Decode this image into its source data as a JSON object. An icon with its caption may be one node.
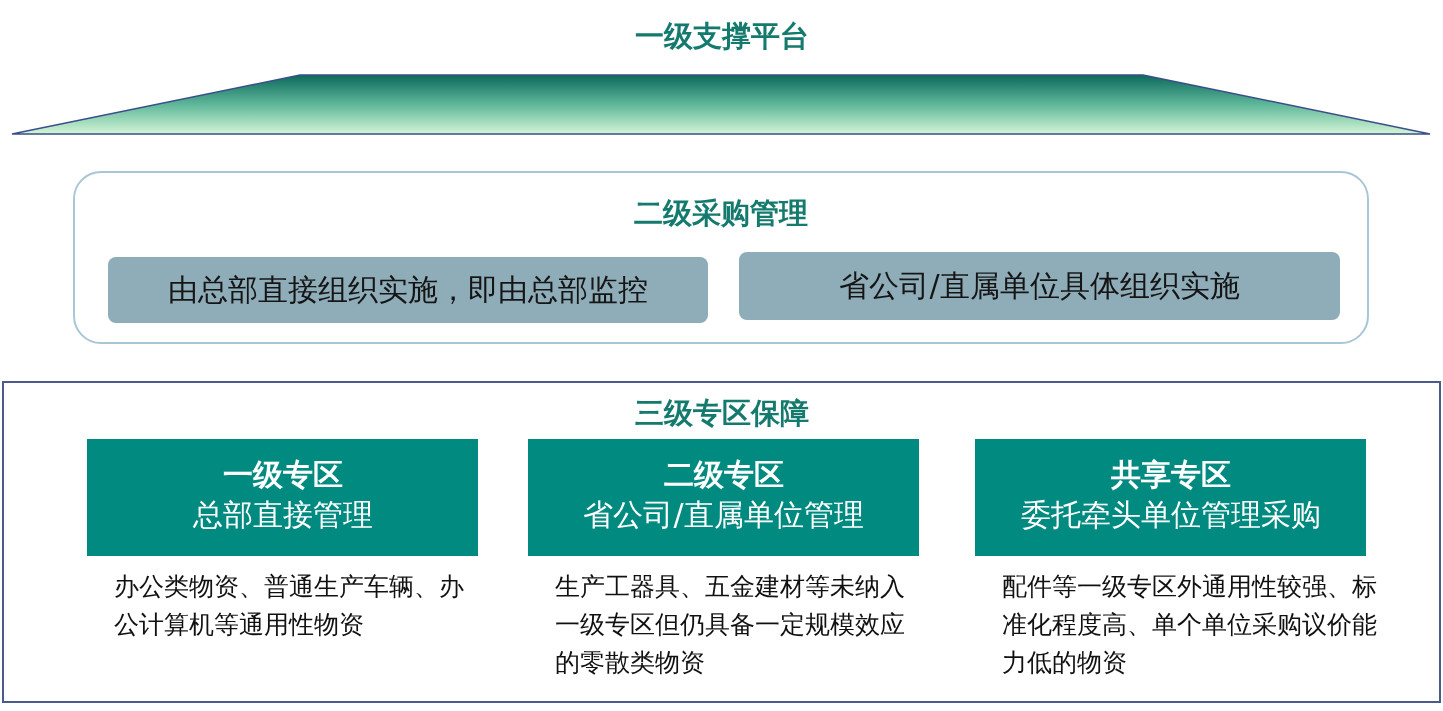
{
  "diagram": {
    "nodes": [
      {
        "text": [
          "一级支撑平台"
        ]
      },
      {
        "text": [
          "二级采购管理"
        ]
      },
      {
        "text": [
          "由总部直接组织实施，即由总部监控"
        ],
        "in": 1
      },
      {
        "text": [
          "省公司/直属单位具体组织实施"
        ],
        "in": 1
      },
      {
        "text": [
          "三级专区保障"
        ]
      },
      {
        "text": [
          "一级专区",
          "总部直接管理"
        ],
        "in": 4,
        "beside": [
          "办公类物资、普通生产车辆、办公计算机等通用性物资"
        ]
      },
      {
        "text": [
          "二级专区",
          "省公司/直属单位管理"
        ],
        "in": 4,
        "beside": [
          "生产工器具、五金建材等未纳入一级专区但仍具备一定规模效应的零散类物资"
        ]
      },
      {
        "text": [
          "共享专区",
          "委托牵头单位管理采购"
        ],
        "in": 4,
        "beside": [
          "配件等一级专区外通用性较强、标准化程度高、单个单位采购议价能力低的物资"
        ]
      }
    ]
  }
}
